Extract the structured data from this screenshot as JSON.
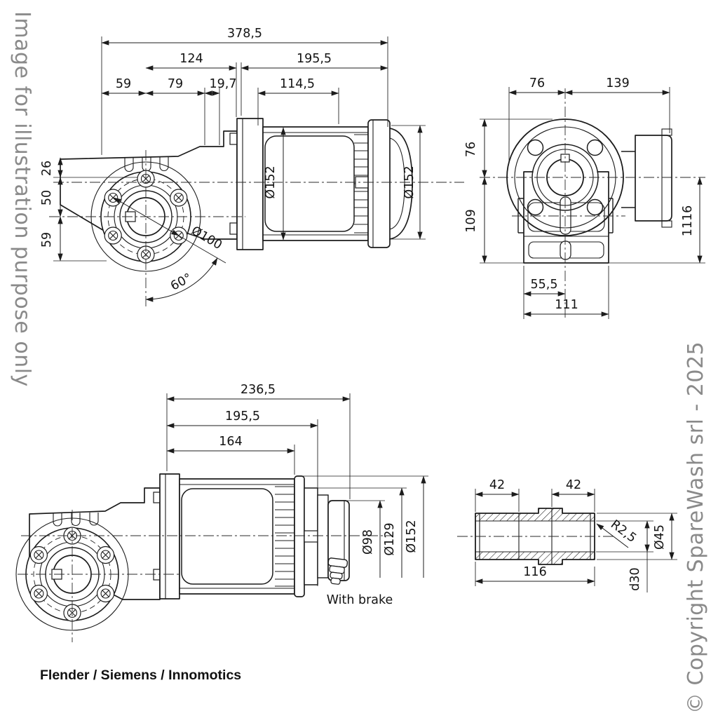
{
  "watermarks": {
    "left": "Image for illustration purpose only",
    "right": "© Copyright SpareWash srl - 2025"
  },
  "caption": "Flender / Siemens / Innomotics",
  "colors": {
    "line": "#1c1c1c",
    "text": "#141414",
    "watermark": "#8a8a8a",
    "background": "#ffffff"
  },
  "views": {
    "side": {
      "dims": {
        "overall": "378,5",
        "gearbox_to_motor": "124",
        "motor_length": "195,5",
        "seg59": "59",
        "seg79": "79",
        "seg19_7": "19,7",
        "seg114_5": "114,5",
        "v26": "26",
        "v50": "50",
        "v59": "59",
        "motor_diameter": "Ø152",
        "fan_diameter": "Ø152",
        "bolt_circle": "Ø100",
        "bolt_angle": "60°"
      }
    },
    "front": {
      "dims": {
        "top_left": "76",
        "top_right": "139",
        "left_upper": "76",
        "left_lower": "109",
        "right_height": "1116",
        "bottom_inner": "55,5",
        "bottom_outer": "111"
      }
    },
    "brake": {
      "note": "With brake",
      "dims": {
        "overall": "236,5",
        "motor_length": "195,5",
        "stator_length": "164",
        "brake_diameter": "Ø98",
        "adapter_diameter": "Ø129",
        "motor_diameter": "Ø152"
      }
    },
    "shaft": {
      "dims": {
        "key_left": "42",
        "key_right": "42",
        "length": "116",
        "fillet": "R2,5",
        "outer_diameter": "Ø45",
        "bore_diameter": "d30"
      }
    }
  }
}
